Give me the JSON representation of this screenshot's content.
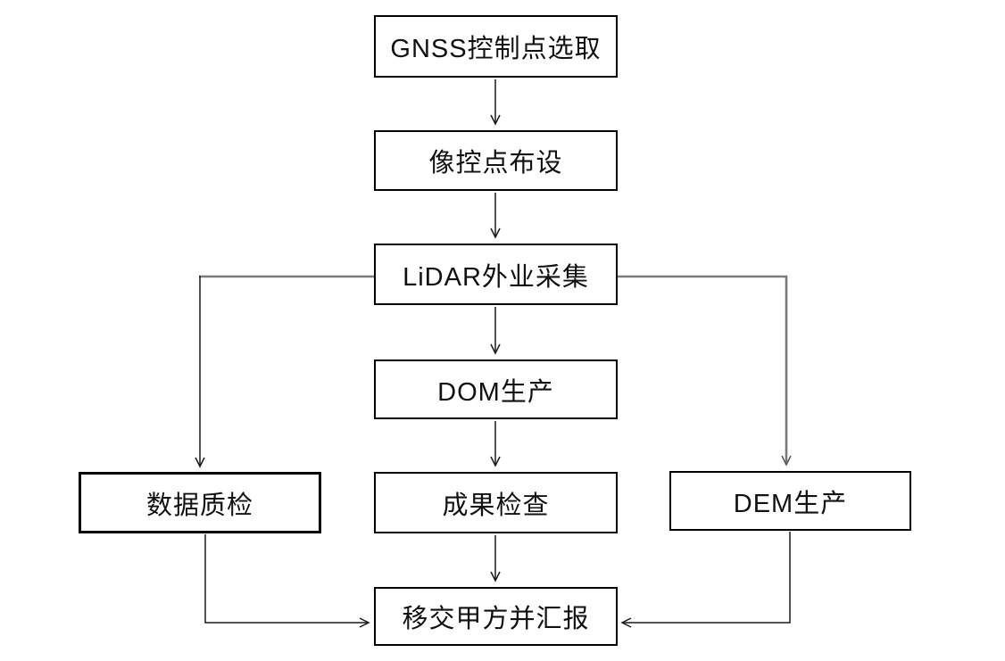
{
  "diagram": {
    "type": "flowchart",
    "nodes": [
      {
        "id": "gnss",
        "label": "GNSS控制点选取"
      },
      {
        "id": "pcp",
        "label": "像控点布设"
      },
      {
        "id": "lidar",
        "label": "LiDAR外业采集"
      },
      {
        "id": "dom",
        "label": "DOM生产"
      },
      {
        "id": "qc",
        "label": "数据质检"
      },
      {
        "id": "check",
        "label": "成果检查"
      },
      {
        "id": "dem",
        "label": "DEM生产"
      },
      {
        "id": "handover",
        "label": "移交甲方并汇报"
      }
    ],
    "edges": [
      {
        "from": "gnss",
        "to": "pcp",
        "style": "straight-down"
      },
      {
        "from": "pcp",
        "to": "lidar",
        "style": "straight-down"
      },
      {
        "from": "lidar",
        "to": "dom",
        "style": "straight-down"
      },
      {
        "from": "lidar",
        "to": "qc",
        "style": "left-then-down"
      },
      {
        "from": "lidar",
        "to": "dem",
        "style": "right-then-down"
      },
      {
        "from": "dom",
        "to": "check",
        "style": "straight-down"
      },
      {
        "from": "check",
        "to": "handover",
        "style": "straight-down"
      },
      {
        "from": "qc",
        "to": "handover",
        "style": "down-then-right"
      },
      {
        "from": "dem",
        "to": "handover",
        "style": "down-then-left"
      }
    ],
    "colors": {
      "background": "#ffffff",
      "box_fill": "#ffffff",
      "box_border": "#000000",
      "arrow_line": "#1a1a1a",
      "branch_line": "#7a7a7a"
    }
  }
}
